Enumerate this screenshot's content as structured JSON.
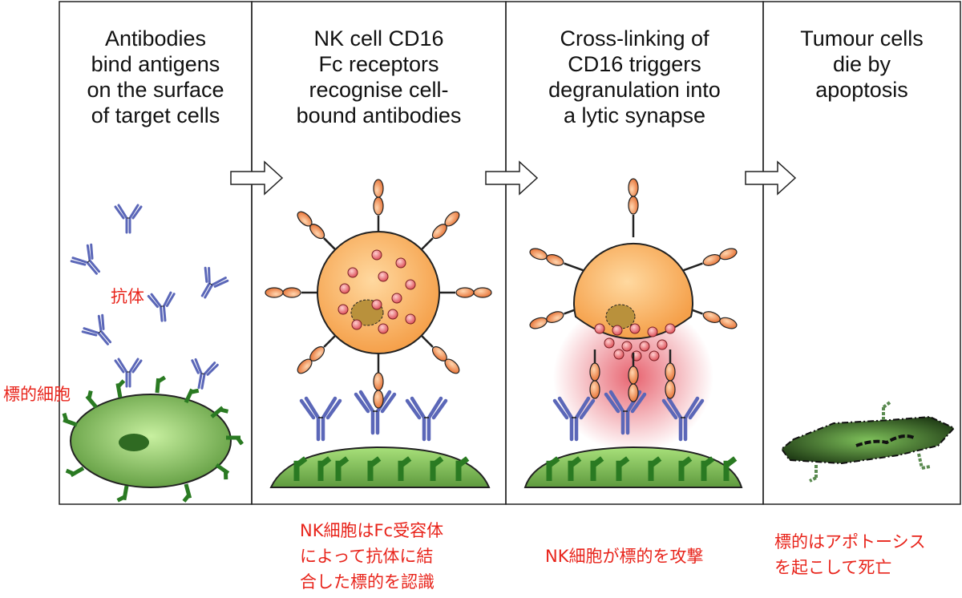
{
  "panels": [
    {
      "title_lines": [
        "Antibodies",
        "bind antigens",
        "on the surface",
        "of target cells"
      ]
    },
    {
      "title_lines": [
        "NK cell CD16",
        "Fc receptors",
        "recognise cell-",
        "bound antibodies"
      ]
    },
    {
      "title_lines": [
        "Cross-linking of",
        "CD16 triggers",
        "degranulation into",
        "a lytic synapse"
      ]
    },
    {
      "title_lines": [
        "Tumour cells",
        "die by",
        "apoptosis"
      ]
    }
  ],
  "labels": {
    "antibody": "抗体",
    "target_cell": "標的細胞"
  },
  "captions": {
    "panel2": [
      "NK細胞はFc受容体",
      "によって抗体に結",
      "合した標的を認識"
    ],
    "panel3": [
      "NK細胞が標的を攻撃"
    ],
    "panel4": [
      "標的はアポトーシス",
      "を起こして死亡"
    ]
  },
  "colors": {
    "antibody": "#5b67b8",
    "antigen": "#2a7a22",
    "nk_cell": "#f5a04a",
    "target_cell": "#9ed86a",
    "granule": "#e86a70",
    "label_red": "#e8241b"
  }
}
